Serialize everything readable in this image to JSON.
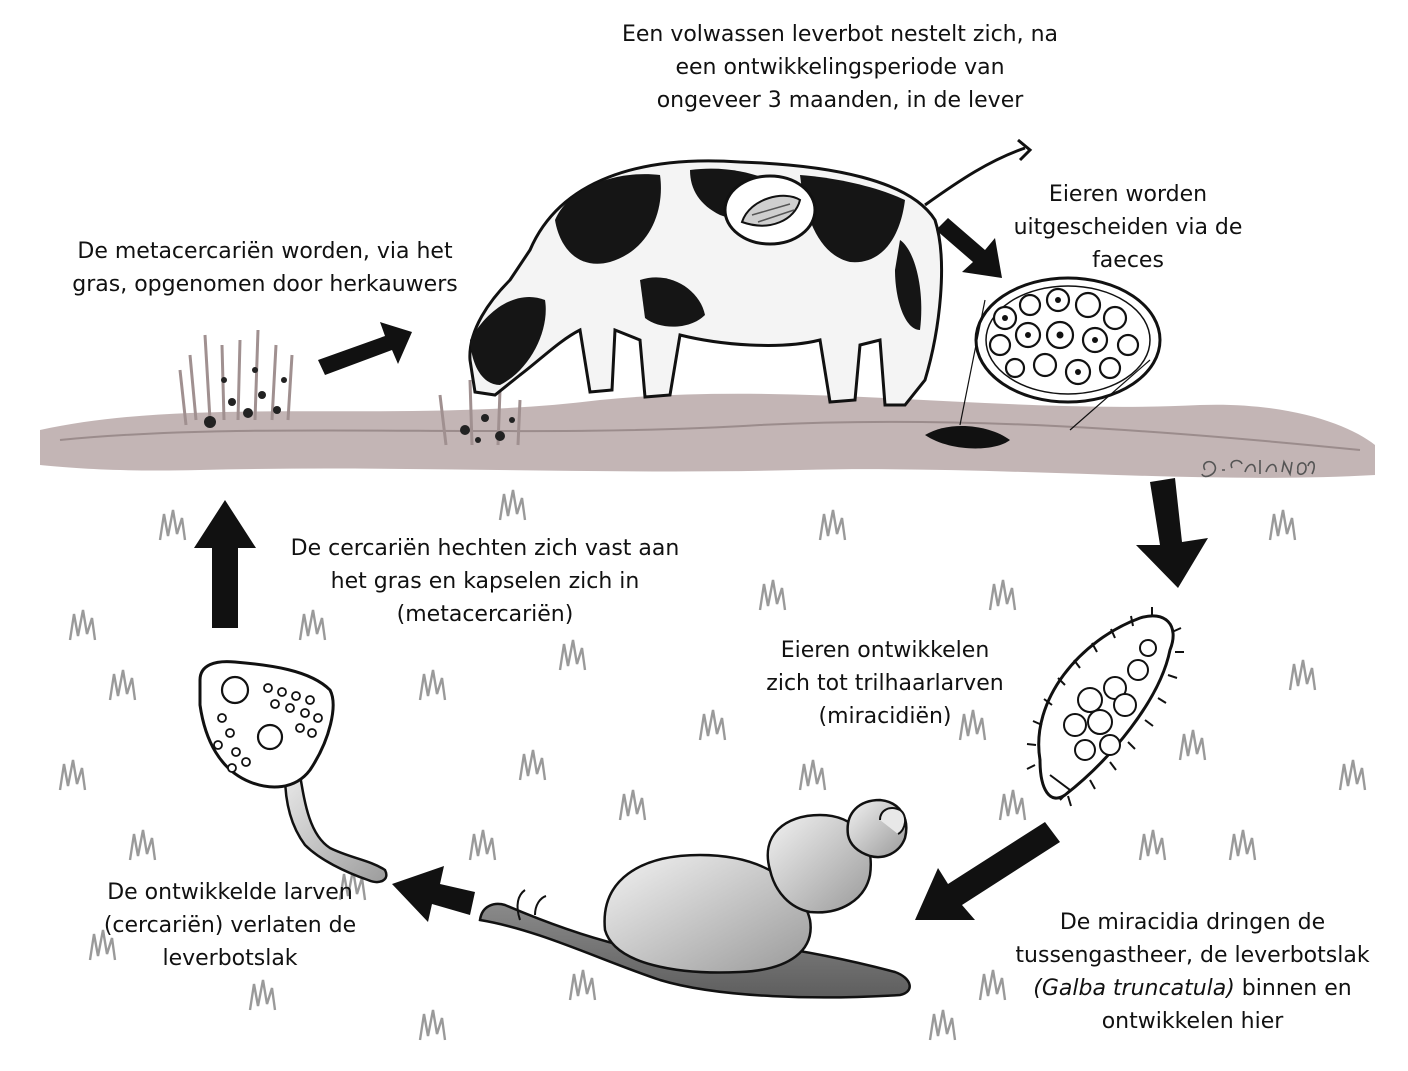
{
  "labels": {
    "adult": {
      "line1": "Een volwassen leverbot nestelt zich, na",
      "line2": "een ontwikkelingsperiode van",
      "line3": "ongeveer 3 maanden, in de lever"
    },
    "eggs_out": {
      "line1": "Eieren worden",
      "line2": "uitgescheiden via de",
      "line3": "faeces"
    },
    "metacercariae_eaten": {
      "line1": "De metacercariën worden, via het",
      "line2": "gras, opgenomen door herkauwers"
    },
    "cercariae_attach": {
      "line1": "De cercariën hechten zich vast aan",
      "line2": "het gras en kapselen zich in",
      "line3": "(metacercariën)"
    },
    "eggs_develop": {
      "line1": "Eieren ontwikkelen",
      "line2": "zich tot trilhaarlarven",
      "line3": "(miracidiën)"
    },
    "cercariae_leave": {
      "line1": "De ontwikkelde larven",
      "line2": "(cercariën) verlaten de",
      "line3": "leverbotslak"
    },
    "miracidia_enter": {
      "line1": "De miracidia dringen de",
      "line2": "tussengastheer, de leverbotslak",
      "line3_italic": "(Galba truncatula)",
      "line3_rest": " binnen en",
      "line4": "ontwikkelen hier"
    }
  },
  "signature": "S.Cabalan09",
  "icons": [
    "cow-illustration",
    "liver-fluke-icon",
    "egg-cluster-icon",
    "miracidium-icon",
    "snail-illustration",
    "cercaria-icon",
    "cycle-arrow-icon"
  ],
  "colors": {
    "ink": "#111111",
    "grass": "#b8a8a8",
    "paper": "#ffffff"
  }
}
